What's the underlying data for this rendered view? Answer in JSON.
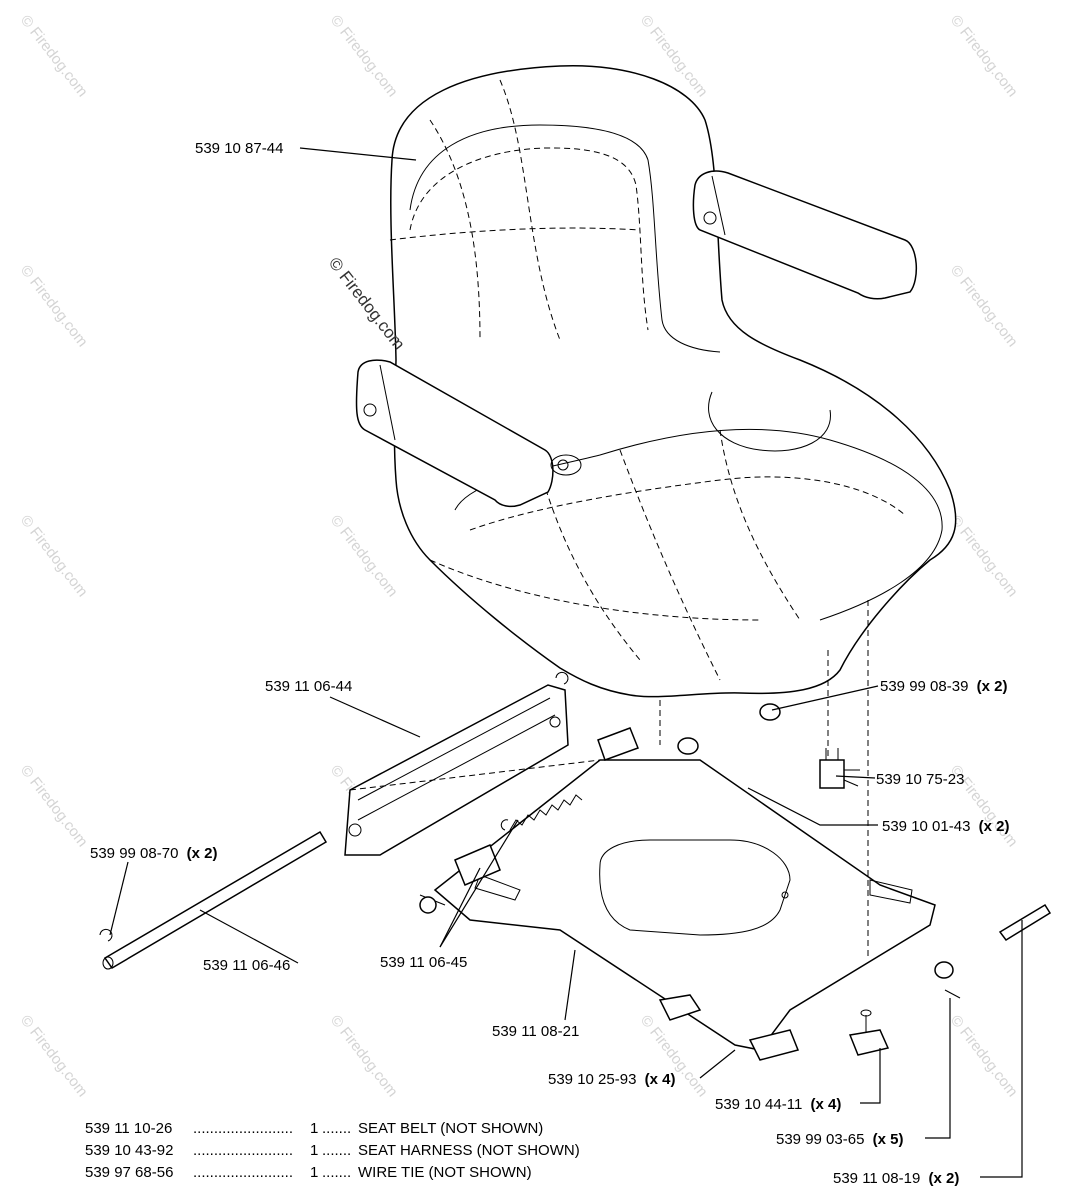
{
  "watermark": {
    "repeat_text": "© Firedog.com",
    "main_text": "© Firedog.com"
  },
  "callouts": {
    "seat": "539 10 87-44",
    "seat_bracket": "539 11 06-44",
    "hinge_nut": "539 99 08-39",
    "hinge_nut_qty": "(x 2)",
    "seat_switch": "539 10 75-23",
    "hinge_bolt": "539 10 01-43",
    "hinge_bolt_qty": "(x 2)",
    "retainer": "539 99 08-70",
    "retainer_qty": "(x 2)",
    "pivot_rod": "539 11 06-46",
    "spring": "539 11 06-45",
    "seat_pan": "539 11 08-21",
    "knob": "539 10 25-93",
    "knob_qty": "(x 4)",
    "knob_bolt": "539 10 44-11",
    "knob_bolt_qty": "(x 4)",
    "cotter_pin": "539 99 03-65",
    "cotter_pin_qty": "(x 5)",
    "clevis_pin": "539 11 08-19",
    "clevis_pin_qty": "(x 2)"
  },
  "parts_list": [
    {
      "part_no": "539 11 10-26",
      "dots": "........................",
      "qty": "1",
      "dots2": ".......",
      "desc": "SEAT BELT (NOT SHOWN)"
    },
    {
      "part_no": "539 10 43-92",
      "dots": "........................",
      "qty": "1",
      "dots2": ".......",
      "desc": "SEAT HARNESS (NOT SHOWN)"
    },
    {
      "part_no": "539 97 68-56",
      "dots": "........................",
      "qty": "1",
      "dots2": ".......",
      "desc": "WIRE TIE (NOT SHOWN)"
    }
  ]
}
